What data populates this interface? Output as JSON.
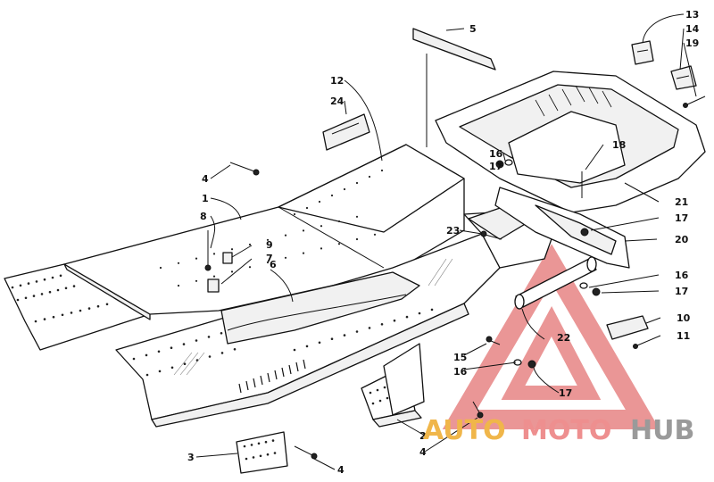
{
  "callouts": [
    "1",
    "2",
    "3",
    "4",
    "5",
    "6",
    "7",
    "8",
    "9",
    "10",
    "11",
    "12",
    "13",
    "14",
    "15",
    "16",
    "17",
    "18",
    "19",
    "20",
    "21",
    "22",
    "23",
    "24"
  ],
  "watermark": {
    "part_a": "AUTO",
    "part_b": "MOTO",
    "part_c": "HUB",
    "colors": {
      "auto": "#f0b64a",
      "moto": "#ee8f8f",
      "hub": "#9a9a9a",
      "triangle": "#e57c7c"
    }
  }
}
